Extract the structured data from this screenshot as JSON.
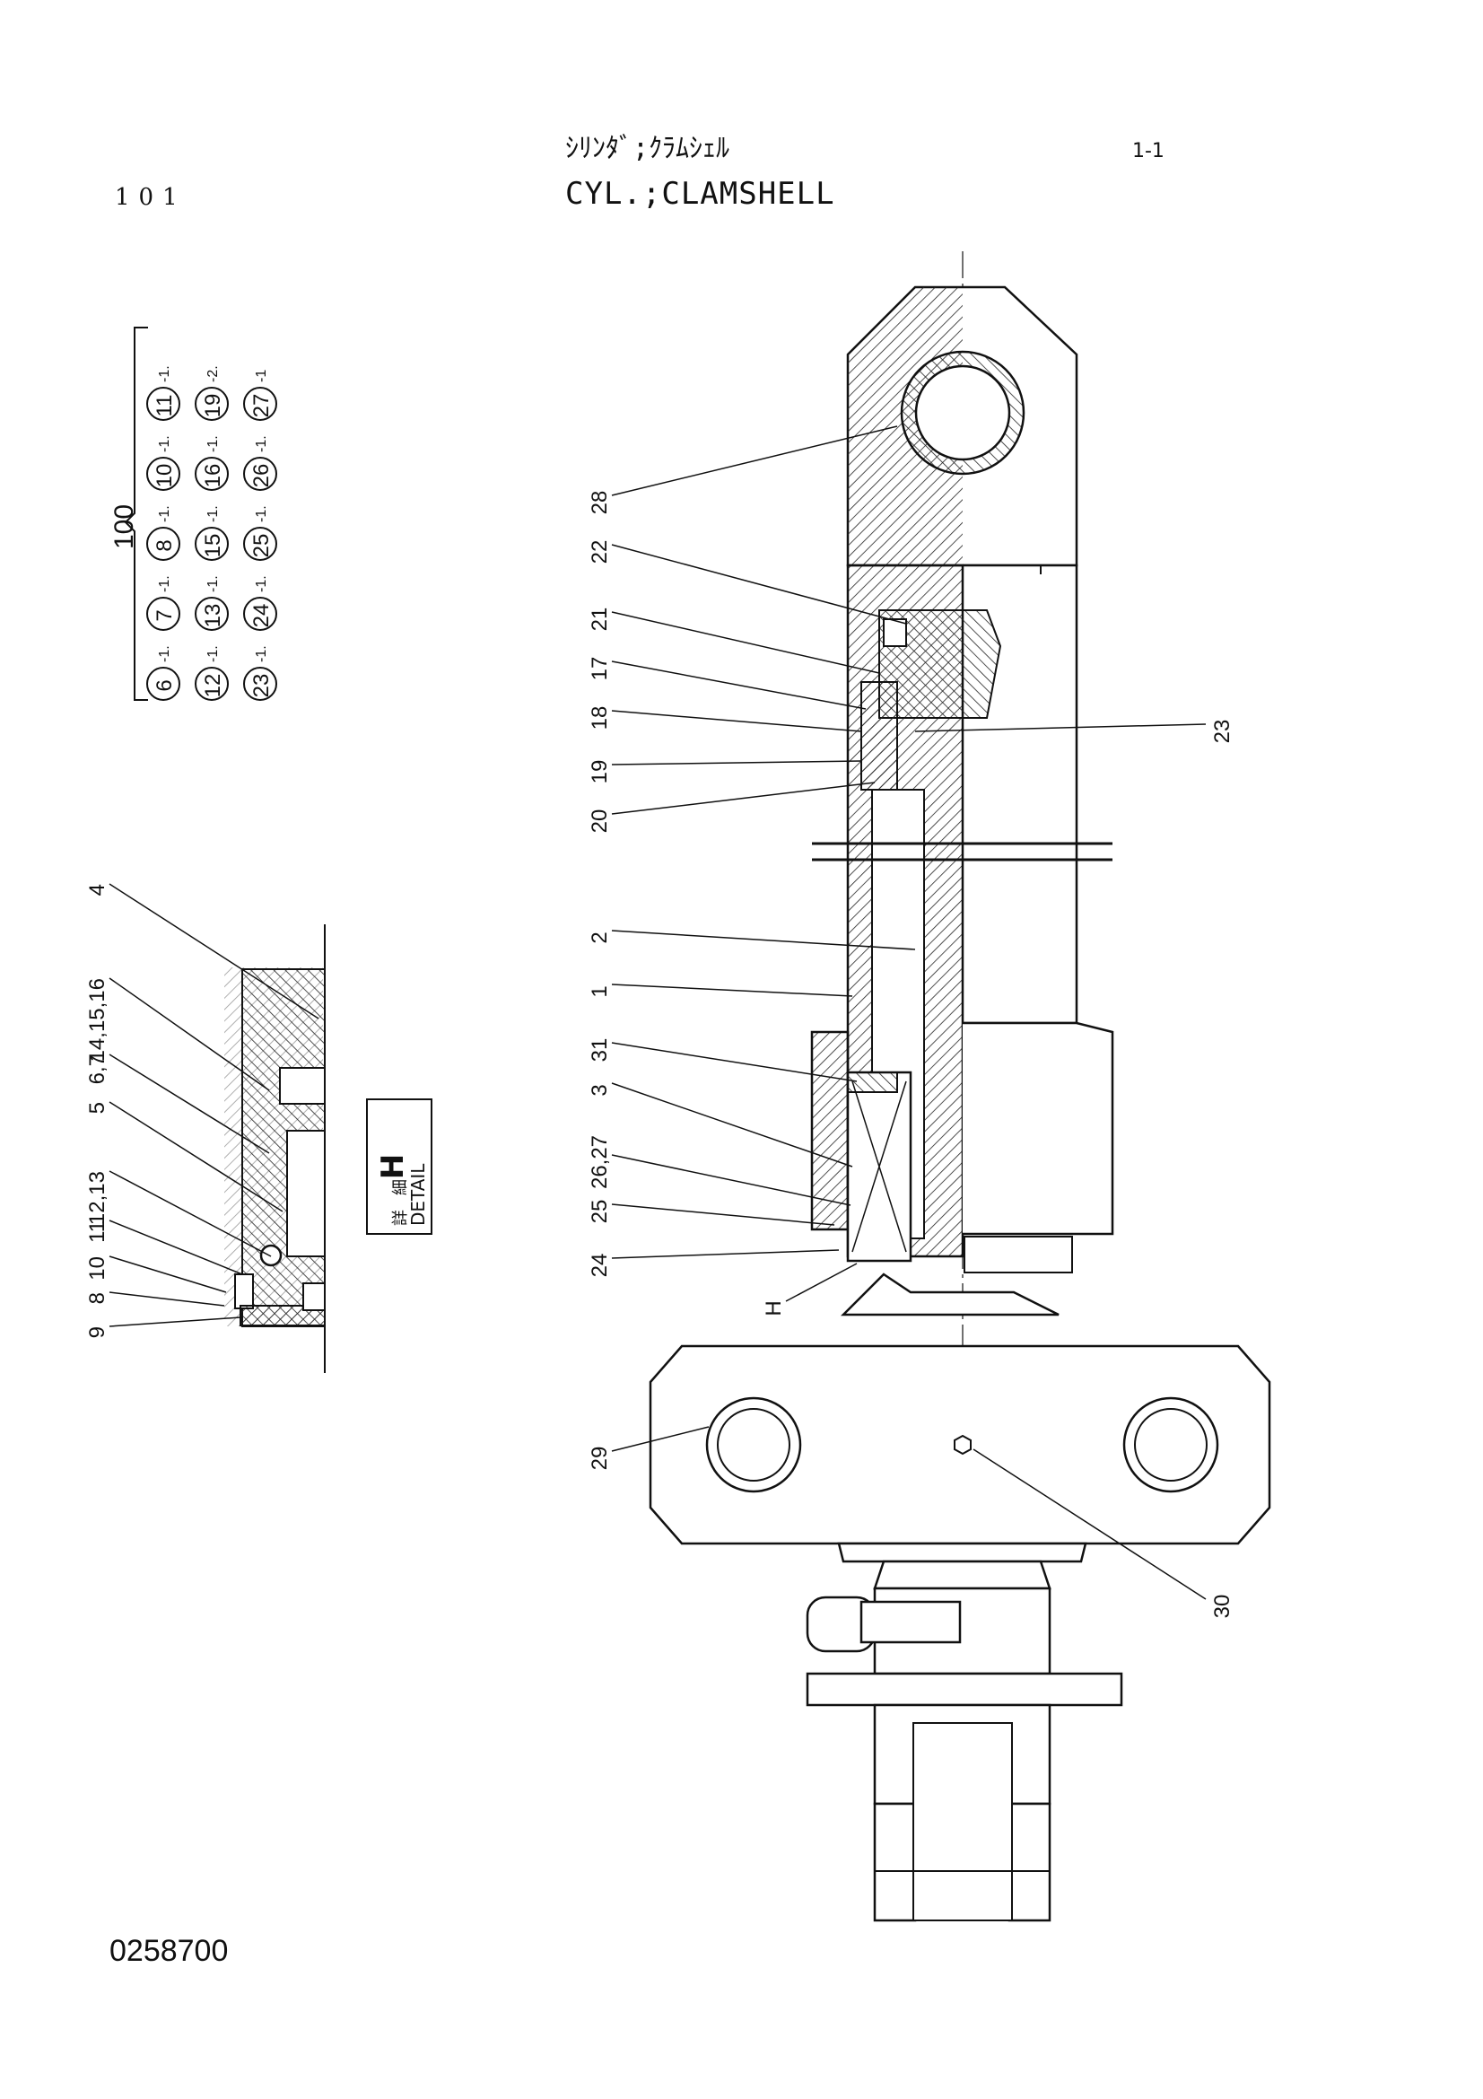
{
  "header": {
    "page_number": "101",
    "title_jp": "ｼﾘﾝﾀﾞ;ｸﾗﾑｼｪﾙ",
    "title_en": "CYL.;CLAMSHELL",
    "revision_mark": "1-1"
  },
  "kit": {
    "number": "100",
    "rows": [
      [
        {
          "part": "6",
          "qty": "-1."
        },
        {
          "part": "7",
          "qty": "-1."
        },
        {
          "part": "8",
          "qty": "-1."
        },
        {
          "part": "10",
          "qty": "-1."
        },
        {
          "part": "11",
          "qty": "-1."
        }
      ],
      [
        {
          "part": "12",
          "qty": "-1."
        },
        {
          "part": "13",
          "qty": "-1."
        },
        {
          "part": "15",
          "qty": "-1."
        },
        {
          "part": "16",
          "qty": "-1."
        },
        {
          "part": "19",
          "qty": "-2."
        }
      ],
      [
        {
          "part": "23",
          "qty": "-1."
        },
        {
          "part": "24",
          "qty": "-1."
        },
        {
          "part": "25",
          "qty": "-1."
        },
        {
          "part": "26",
          "qty": "-1."
        },
        {
          "part": "27",
          "qty": "-1"
        }
      ]
    ]
  },
  "detail": {
    "letter": "H",
    "word": "DETAIL",
    "jp1": "詳",
    "jp2": "細",
    "callouts": [
      "4",
      "14,15,16",
      "6,7",
      "5",
      "12,13",
      "11",
      "10",
      "8",
      "9"
    ]
  },
  "main_callouts": [
    "28",
    "22",
    "21",
    "17",
    "18",
    "19",
    "20",
    "23",
    "2",
    "1",
    "31",
    "3",
    "26,27",
    "25",
    "24",
    "H",
    "29",
    "30"
  ],
  "footer": {
    "drawing_number": "0258700"
  }
}
